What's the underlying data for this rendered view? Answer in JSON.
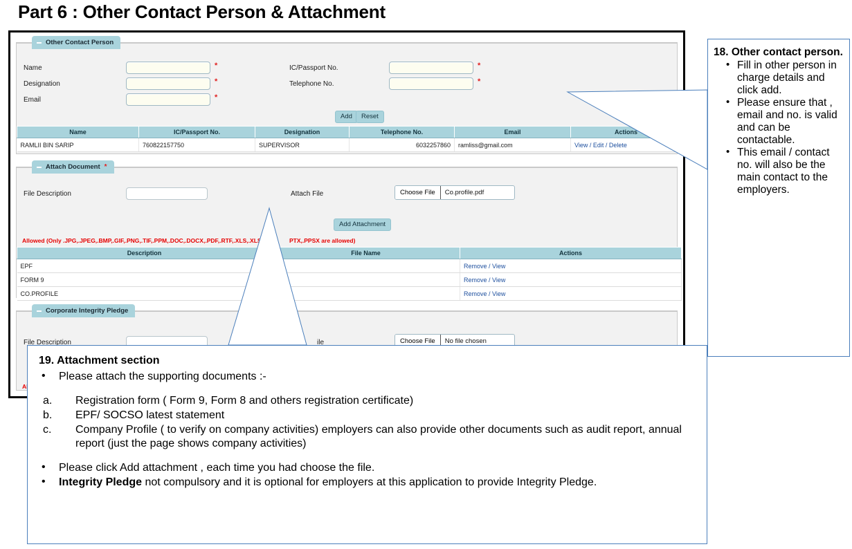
{
  "slide": {
    "title": "Part 6 : Other Contact Person & Attachment"
  },
  "form": {
    "other_contact_person": {
      "legend": "Other Contact Person",
      "legend_icon": "minus-icon",
      "fields": {
        "name_label": "Name",
        "name_value": "",
        "designation_label": "Designation",
        "designation_value": "",
        "email_label": "Email",
        "email_value": "",
        "ic_passport_label": "IC/Passport No.",
        "ic_passport_value": "",
        "telephone_label": "Telephone No.",
        "telephone_value": "",
        "required_marker": "*"
      },
      "buttons": {
        "add": "Add",
        "reset": "Reset"
      },
      "table": {
        "columns": [
          "Name",
          "IC/Passport No.",
          "Designation",
          "Telephone No.",
          "Email",
          "Actions"
        ],
        "rows": [
          {
            "name": "RAMLII BIN SARIP",
            "ic_passport": "760822157750",
            "designation": "SUPERVISOR",
            "telephone": "6032257860",
            "email": "ramliss@gmail.com",
            "actions": "View / Edit / Delete"
          }
        ]
      }
    },
    "attach_document": {
      "legend": "Attach Document",
      "legend_required": "*",
      "file_description_label": "File Description",
      "file_description_value": "",
      "attach_file_label": "Attach File",
      "choose_file_button": "Choose File",
      "chosen_file_name": "Co.profile.pdf",
      "add_attachment_button": "Add Attachment",
      "allowed_note_left": "Allowed (Only .JPG,.JPEG,.BMP,.GIF,.PNG,.TIF,.PPM,.DOC,.DOCX,.PDF,.RTF,.XLS,.XLSX",
      "allowed_note_right": "PTX,.PPSX are allowed)",
      "table": {
        "columns": [
          "Description",
          "File Name",
          "Actions"
        ],
        "rows": [
          {
            "description": "EPF",
            "file_name": "",
            "actions": "Remove / View"
          },
          {
            "description": "FORM 9",
            "file_name": "",
            "actions": "Remove / View"
          },
          {
            "description": "CO.PROFILE",
            "file_name": "",
            "actions": "Remove / View"
          }
        ]
      }
    },
    "corporate_integrity_pledge": {
      "legend": "Corporate Integrity Pledge",
      "file_description_label": "File Description",
      "file_description_value": "",
      "attach_file_label_partial": "ile",
      "choose_file_button": "Choose File",
      "chosen_file_name": "No file chosen",
      "allowed_note_partial": "Allo"
    }
  },
  "callouts": {
    "contact_person": {
      "heading": "18. Other contact person.",
      "bullets": [
        "Fill in other person in charge details and click add.",
        "Please ensure that , email and no. is valid and can be contactable.",
        "This email / contact no. will also be the main contact to the employers."
      ]
    },
    "attachment": {
      "heading": "19.  Attachment  section",
      "intro_bullet": "Please attach the supporting documents :-",
      "items": [
        {
          "marker": "a.",
          "text": "Registration form ( Form 9, Form 8 and others registration certificate)"
        },
        {
          "marker": "b.",
          "text": "EPF/ SOCSO latest statement"
        },
        {
          "marker": "c.",
          "text": "Company Profile ( to verify on company activities) employers can also provide other documents such as audit report, annual report (just the page shows company activities)"
        }
      ],
      "closing_bullets": [
        {
          "bold": "",
          "text": "Please click Add attachment , each time you had choose the file."
        },
        {
          "bold": "Integrity Pledge",
          "text": " not compulsory and it is optional for employers at this application to provide Integrity Pledge."
        }
      ]
    }
  },
  "colors": {
    "accent_teal": "#a9d3dc",
    "callout_border": "#4a7ebb",
    "required_red": "#e02020",
    "note_red": "#e60000",
    "link_blue": "#1d4f9e",
    "input_cream": "#fdfdf0",
    "panel_gray": "#f2f2f2"
  }
}
